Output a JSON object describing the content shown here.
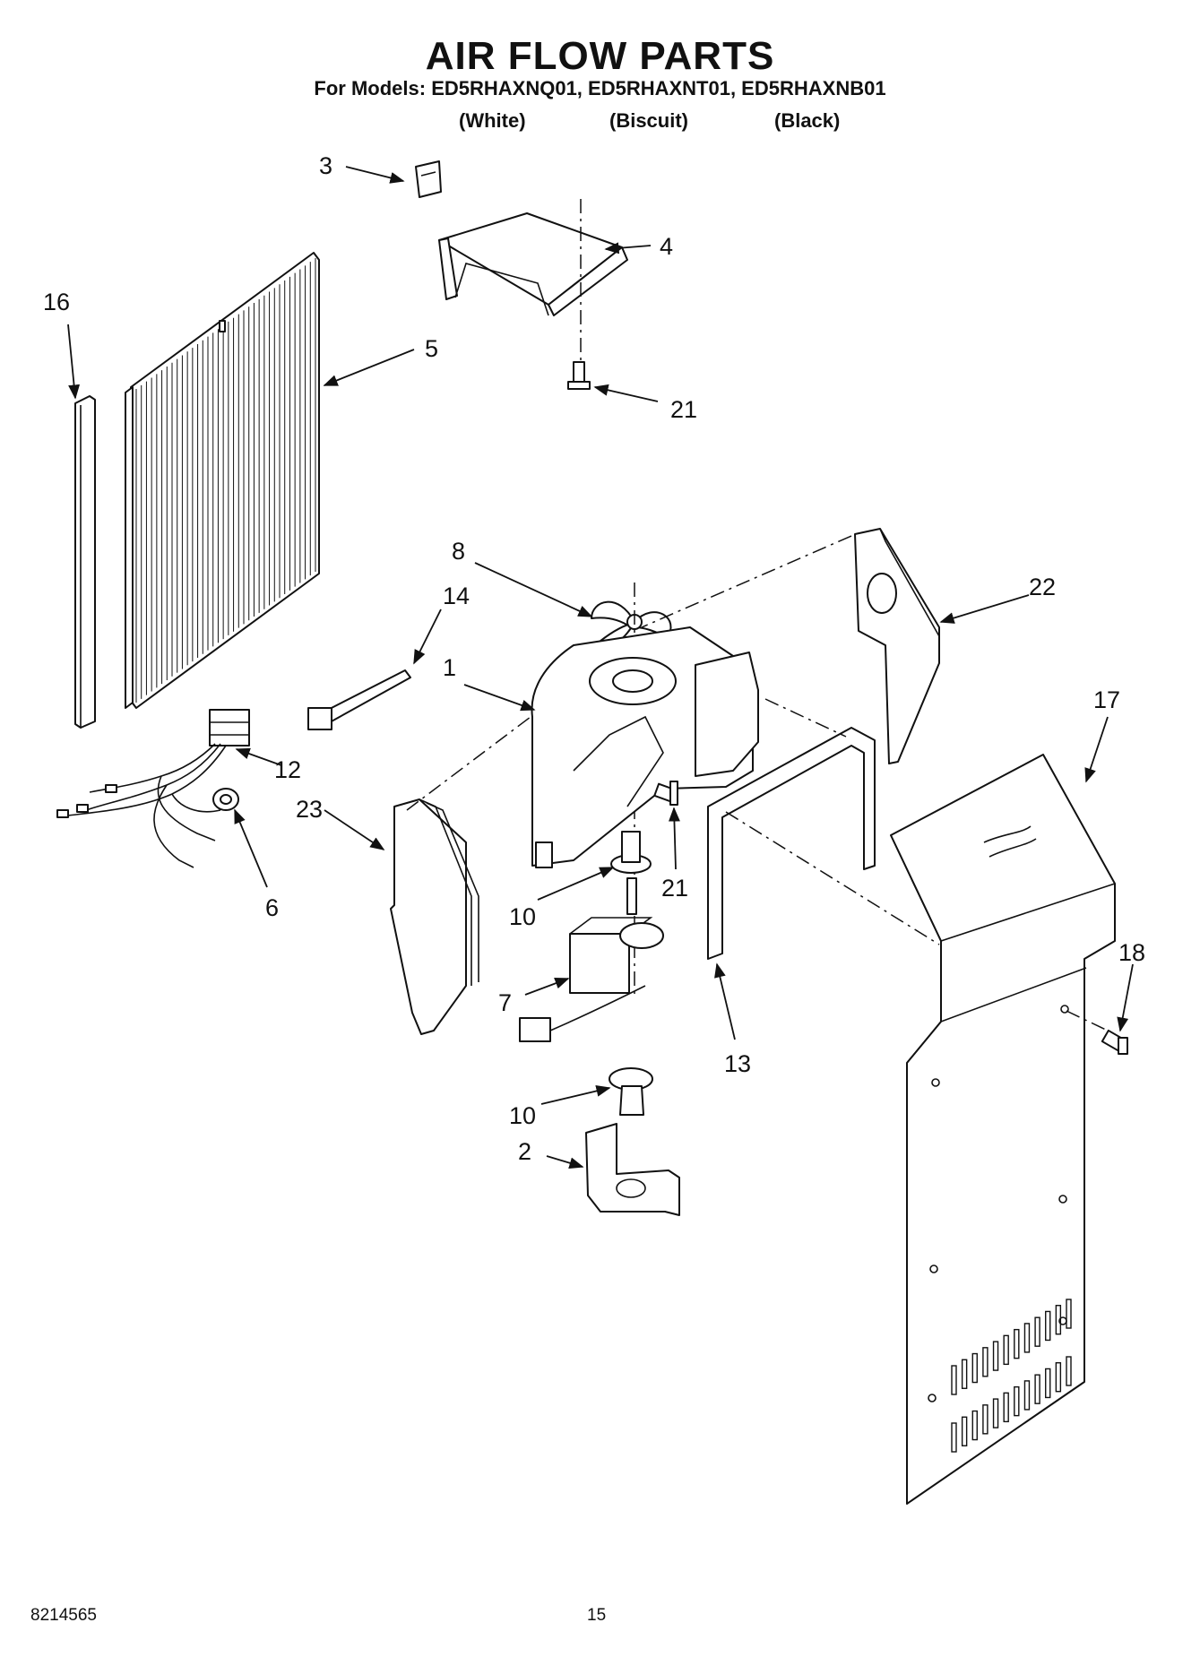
{
  "header": {
    "title": "AIR FLOW PARTS",
    "models_line": "For Models: ED5RHAXNQ01, ED5RHAXNT01, ED5RHAXNB01",
    "colors": [
      "(White)",
      "(Biscuit)",
      "(Black)"
    ]
  },
  "callouts": [
    "3",
    "4",
    "16",
    "5",
    "21",
    "8",
    "22",
    "14",
    "1",
    "17",
    "12",
    "23",
    "6",
    "21",
    "10",
    "18",
    "7",
    "13",
    "10",
    "2"
  ],
  "footer": {
    "doc_number": "8214565",
    "page_number": "15"
  }
}
